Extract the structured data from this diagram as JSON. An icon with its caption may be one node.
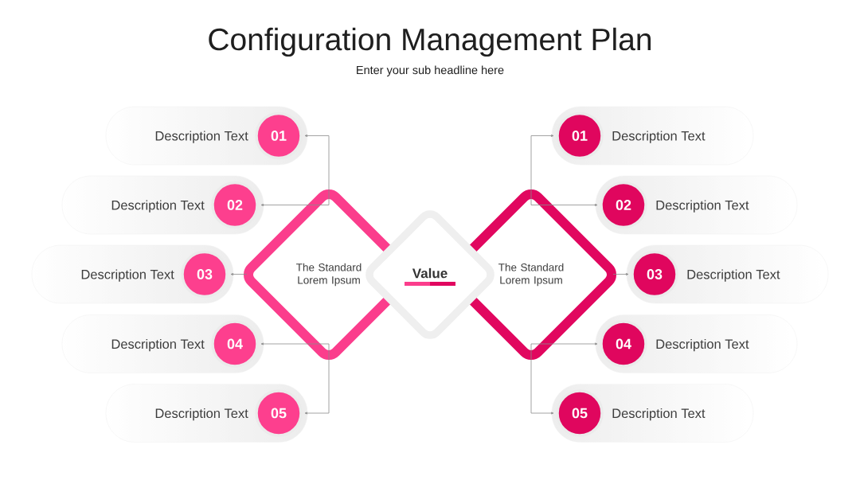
{
  "diagram": {
    "title": "Configuration Management Plan",
    "nodes": [
      {
        "text": [
          "The Standard Lorem Ipsum"
        ]
      },
      {
        "text": [
          "Value"
        ]
      },
      {
        "text": [
          "The Standard Lorem Ipsum"
        ]
      },
      {
        "text": [
          "Description Text"
        ]
      },
      {
        "text": [
          "01"
        ],
        "in": 3
      },
      {
        "text": [
          "Description Text"
        ]
      },
      {
        "text": [
          "02"
        ],
        "in": 5
      },
      {
        "text": [
          "Description Text"
        ]
      },
      {
        "text": [
          "03"
        ],
        "in": 7
      },
      {
        "text": [
          "Description Text"
        ]
      },
      {
        "text": [
          "04"
        ],
        "in": 9
      },
      {
        "text": [
          "Description Text"
        ]
      },
      {
        "text": [
          "05"
        ],
        "in": 11
      },
      {
        "text": [
          "Description Text"
        ]
      },
      {
        "text": [
          "01"
        ],
        "in": 13
      },
      {
        "text": [
          "Description Text"
        ]
      },
      {
        "text": [
          "02"
        ],
        "in": 15
      },
      {
        "text": [
          "Description Text"
        ]
      },
      {
        "text": [
          "03"
        ],
        "in": 17
      },
      {
        "text": [
          "Description Text"
        ]
      },
      {
        "text": [
          "04"
        ],
        "in": 19
      },
      {
        "text": [
          "Description Text"
        ]
      },
      {
        "text": [
          "05"
        ],
        "in": 21
      }
    ],
    "edges": [
      {
        "from": 0,
        "to": 4,
        "arrow": "to"
      },
      {
        "from": 0,
        "to": 6,
        "arrow": "to"
      },
      {
        "from": 0,
        "to": 8,
        "arrow": "to"
      },
      {
        "from": 0,
        "to": 10,
        "arrow": "to"
      },
      {
        "from": 0,
        "to": 12,
        "arrow": "to"
      },
      {
        "from": 2,
        "to": 14,
        "arrow": "to"
      },
      {
        "from": 2,
        "to": 16,
        "arrow": "to"
      },
      {
        "from": 2,
        "to": 18,
        "arrow": "to"
      },
      {
        "from": 2,
        "to": 20,
        "arrow": "to"
      },
      {
        "from": 2,
        "to": 22,
        "arrow": "to"
      }
    ],
    "labels": [
      "Enter your sub headline here"
    ]
  }
}
